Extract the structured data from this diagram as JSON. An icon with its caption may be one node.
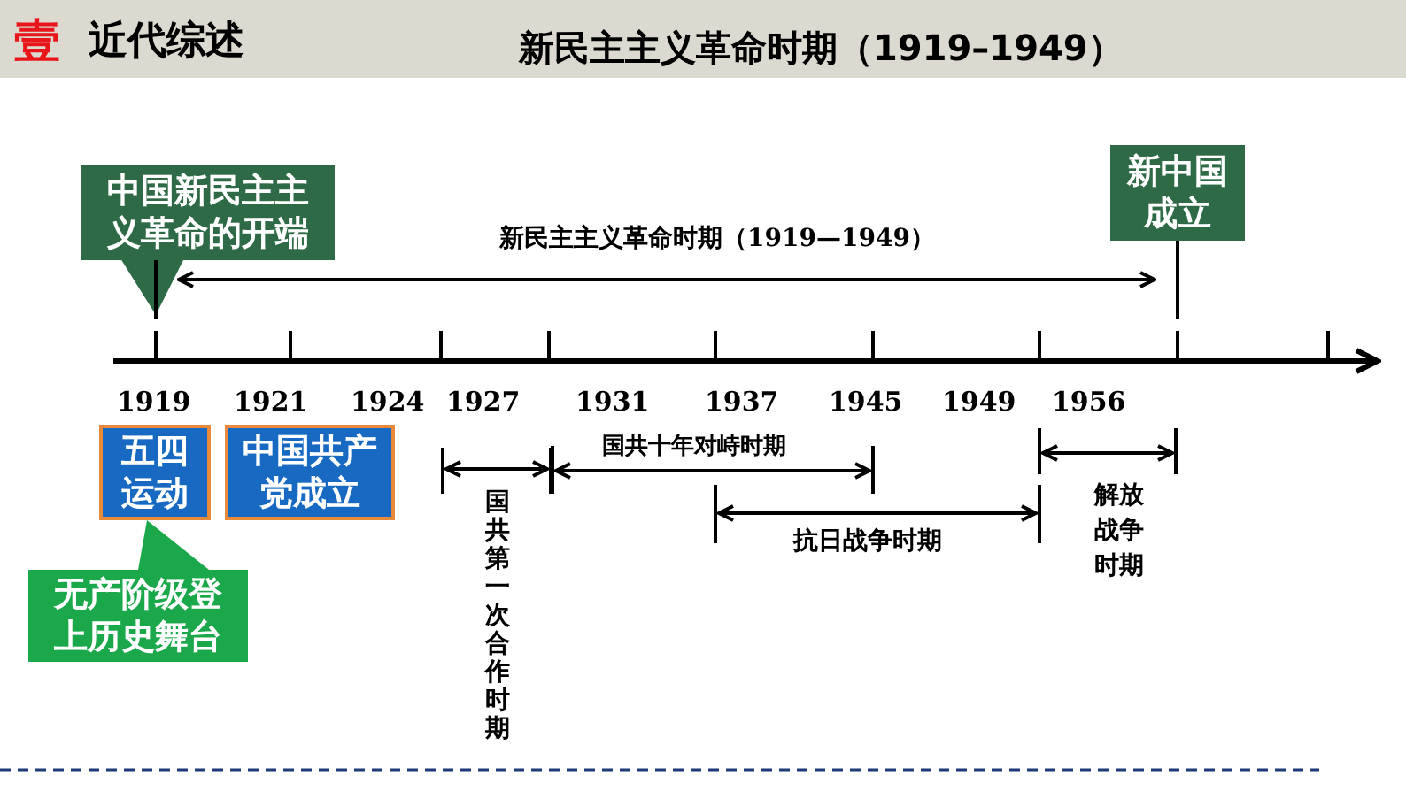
{
  "diagram": {
    "title": "新民主主义革命时期（1919–1949）",
    "nodes": [
      {
        "text": [
          "中国新民主主义革命的开端"
        ]
      },
      {
        "text": [
          "新中国成立"
        ]
      },
      {
        "text": [
          "五四运动"
        ]
      },
      {
        "text": [
          "中国共产党成立"
        ]
      },
      {
        "text": [
          "无产阶级登上历史舞台"
        ]
      }
    ],
    "edges": [
      {
        "from": 0,
        "to": null,
        "arrow": "none"
      },
      {
        "from": 1,
        "to": null,
        "arrow": "none"
      },
      {
        "from": 4,
        "to": 2,
        "arrow": "to"
      },
      {
        "from": 0,
        "to": 1,
        "arrow": "both",
        "label": "新民主主义革命时期（1919—1949）"
      }
    ],
    "labels": [
      "壹",
      "近代综述",
      "1919",
      "1921",
      "1924",
      "1927",
      "1931",
      "1937",
      "1945",
      "1949",
      "1956",
      "国共十年对峙时期",
      "国共第一次合作时期",
      "抗日战争时期",
      "解放战争时期"
    ]
  }
}
